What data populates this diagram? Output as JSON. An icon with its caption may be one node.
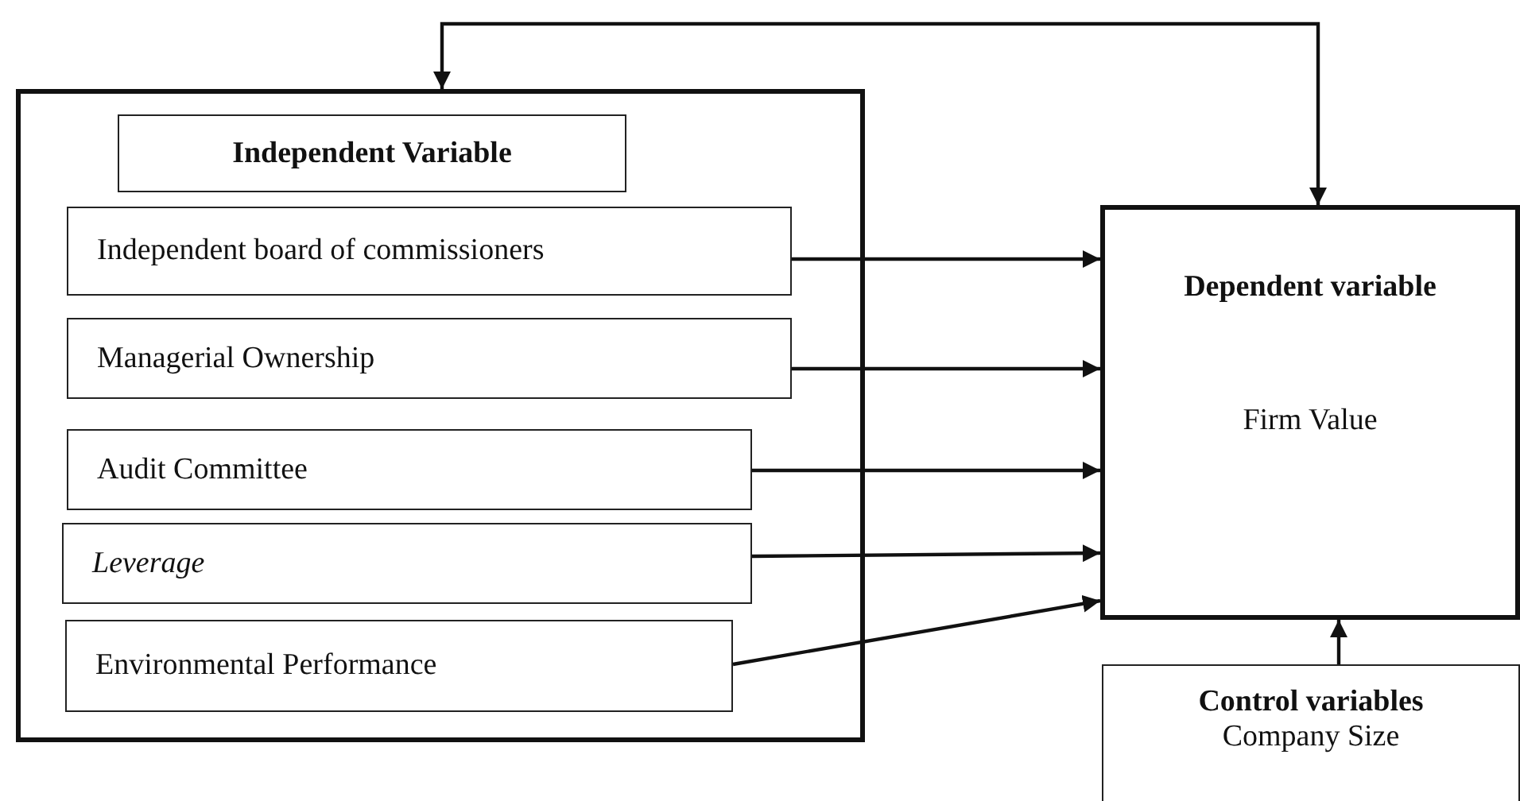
{
  "diagram": {
    "nodes": [
      {
        "text": [],
        "shape": "box"
      },
      {
        "text": [
          "Independent Variable"
        ],
        "in": 0
      },
      {
        "text": [
          "Independent board of commissioners"
        ],
        "in": 0
      },
      {
        "text": [
          "Managerial Ownership"
        ],
        "in": 0
      },
      {
        "text": [
          "Audit Committee"
        ],
        "in": 0
      },
      {
        "text": [
          "Leverage"
        ],
        "in": 0
      },
      {
        "text": [
          "Environmental Performance"
        ],
        "in": 0
      },
      {
        "text": [
          "Dependent variable",
          "Firm Value"
        ]
      },
      {
        "text": [
          "Control variables",
          "Company Size"
        ]
      }
    ],
    "edges": [
      {
        "from": 0,
        "to": 7,
        "arrow": "both"
      },
      {
        "from": 2,
        "to": 7,
        "arrow": "to"
      },
      {
        "from": 3,
        "to": 7,
        "arrow": "to"
      },
      {
        "from": 4,
        "to": 7,
        "arrow": "to"
      },
      {
        "from": 5,
        "to": 7,
        "arrow": "to"
      },
      {
        "from": 6,
        "to": 7,
        "arrow": "to"
      },
      {
        "from": 8,
        "to": 7,
        "arrow": "to"
      }
    ]
  }
}
